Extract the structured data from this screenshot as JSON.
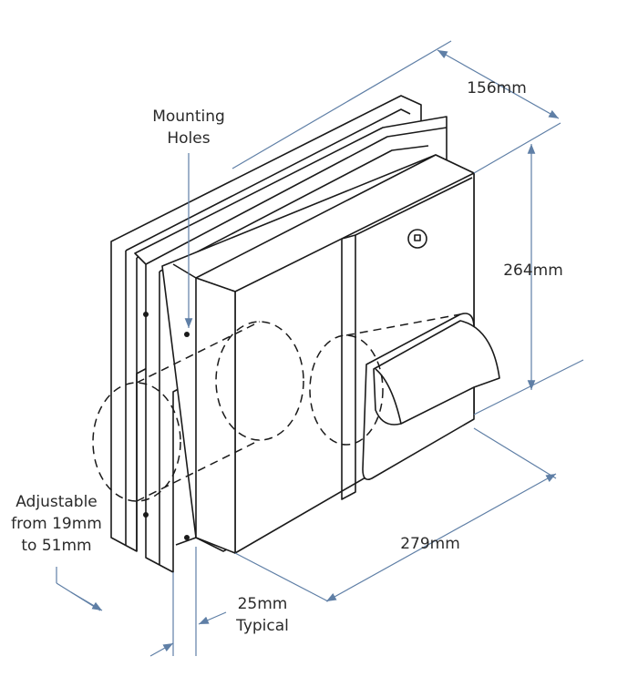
{
  "colors": {
    "outline": "#1a1a1a",
    "dimension": "#5f7fa6",
    "text": "#2a2a2a",
    "background": "#ffffff"
  },
  "labels": {
    "mounting_holes_line1": "Mounting",
    "mounting_holes_line2": "Holes",
    "depth": "156mm",
    "height": "264mm",
    "width": "279mm",
    "flange_line1": "25mm",
    "flange_line2": "Typical",
    "adjustable_line1": "Adjustable",
    "adjustable_line2": "from 19mm",
    "adjustable_line3": "to 51mm"
  }
}
